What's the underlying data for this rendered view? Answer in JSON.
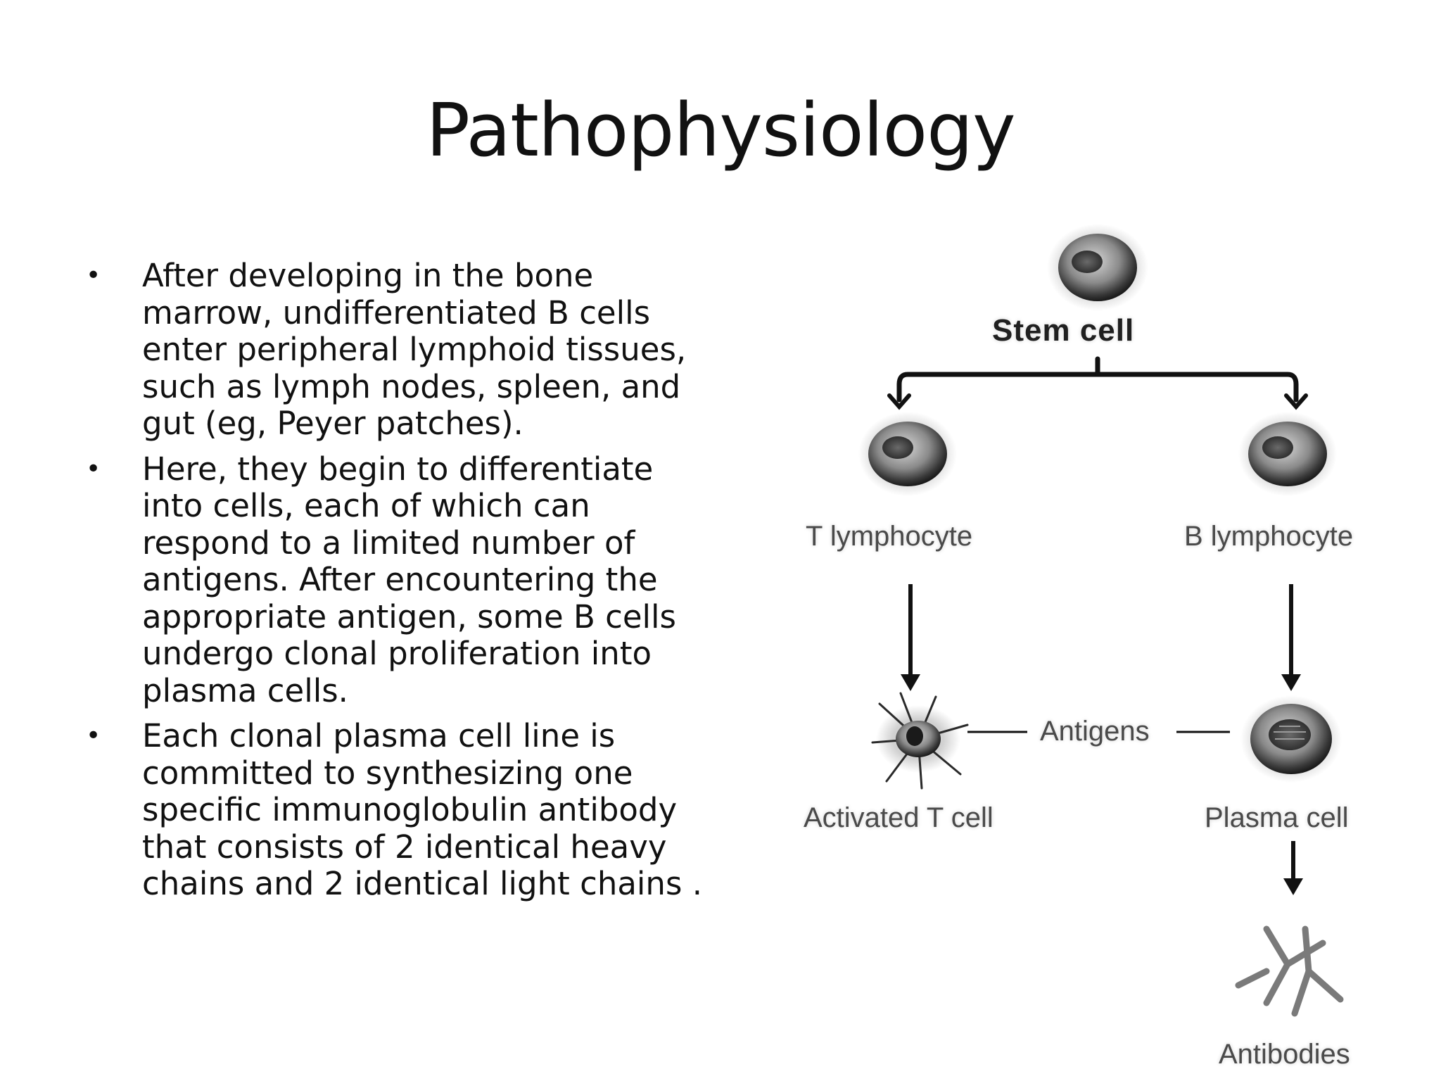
{
  "slide": {
    "title": "Pathophysiology",
    "bullets": [
      "After developing in the bone marrow, undifferentiated B cells enter peripheral lymphoid tissues, such as lymph nodes, spleen, and gut (eg, Peyer patches).",
      "Here, they begin to differentiate into cells, each of which can respond to a limited number of antigens. After encountering the appropriate antigen, some B cells undergo clonal proliferation into plasma cells.",
      "Each clonal plasma cell line is committed to synthesizing one specific immunoglobulin antibody that consists of 2 identical heavy chains and 2 identical light chains ."
    ],
    "bullet_symbol": "•"
  },
  "diagram": {
    "stem_cell": "Stem cell",
    "t_lymphocyte": "T lymphocyte",
    "b_lymphocyte": "B lymphocyte",
    "antigens": "Antigens",
    "activated_t_cell": "Activated T cell",
    "plasma_cell": "Plasma cell",
    "antibodies": "Antibodies"
  }
}
